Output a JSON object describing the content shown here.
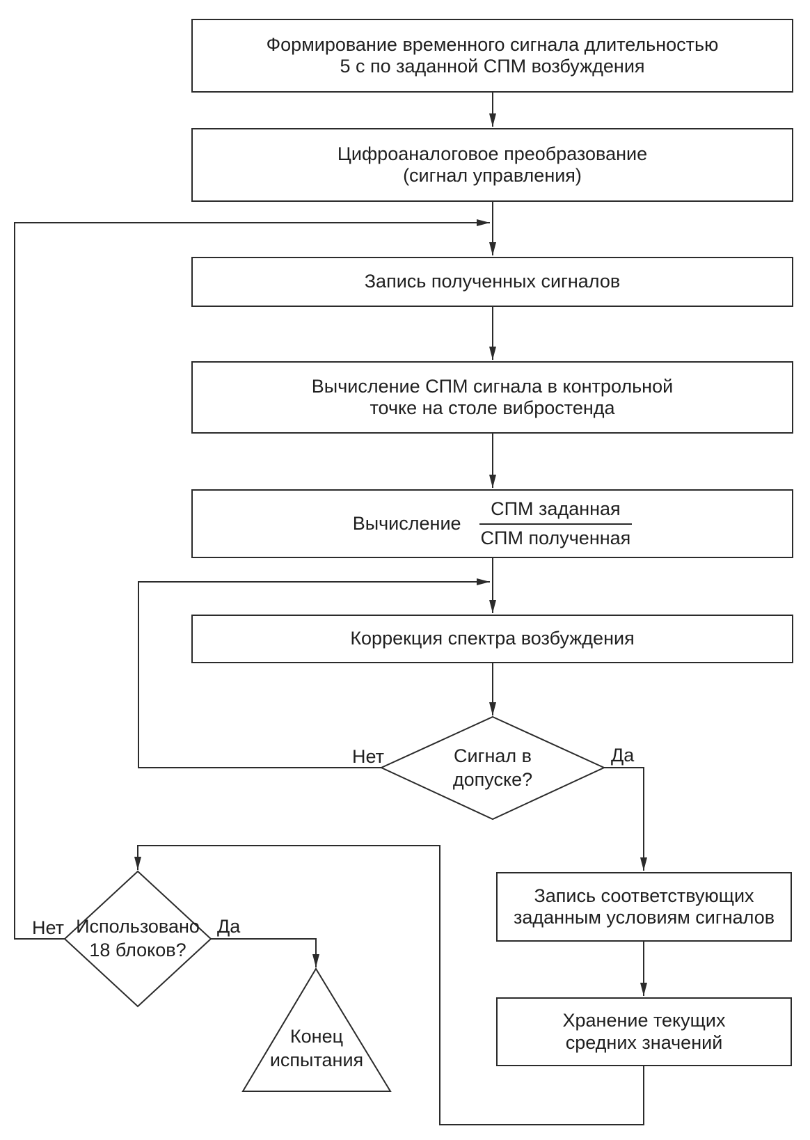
{
  "diagram": {
    "kind": "flowchart",
    "language": "ru",
    "colors": {
      "line": "#2b2b2b",
      "text": "#1f1f1f",
      "background": "#ffffff"
    },
    "nodes": {
      "b1": {
        "lines": [
          "Формирование временного сигнала длительностью",
          "5 с по заданной СПМ возбуждения"
        ]
      },
      "b2": {
        "lines": [
          "Цифроаналоговое преобразование",
          "(сигнал управления)"
        ]
      },
      "b3": {
        "lines": [
          "Запись полученных сигналов"
        ]
      },
      "b4": {
        "lines": [
          "Вычисление СПМ сигнала в контрольной",
          "точке на столе вибростенда"
        ]
      },
      "b5": {
        "label": "Вычисление",
        "fraction": {
          "numerator": "СПМ заданная",
          "denominator": "СПМ полученная"
        }
      },
      "b6": {
        "lines": [
          "Коррекция спектра возбуждения"
        ]
      },
      "d1": {
        "lines": [
          "Сигнал в",
          "допуске?"
        ],
        "no_label": "Нет",
        "yes_label": "Да"
      },
      "d2": {
        "lines": [
          "Использовано",
          "18 блоков?"
        ],
        "no_label": "Нет",
        "yes_label": "Да"
      },
      "t1": {
        "lines": [
          "Конец",
          "испытания"
        ]
      },
      "b7": {
        "lines": [
          "Запись соответствующих",
          "заданным условиям сигналов"
        ]
      },
      "b8": {
        "lines": [
          "Хранение текущих",
          "средних значений"
        ]
      }
    }
  }
}
